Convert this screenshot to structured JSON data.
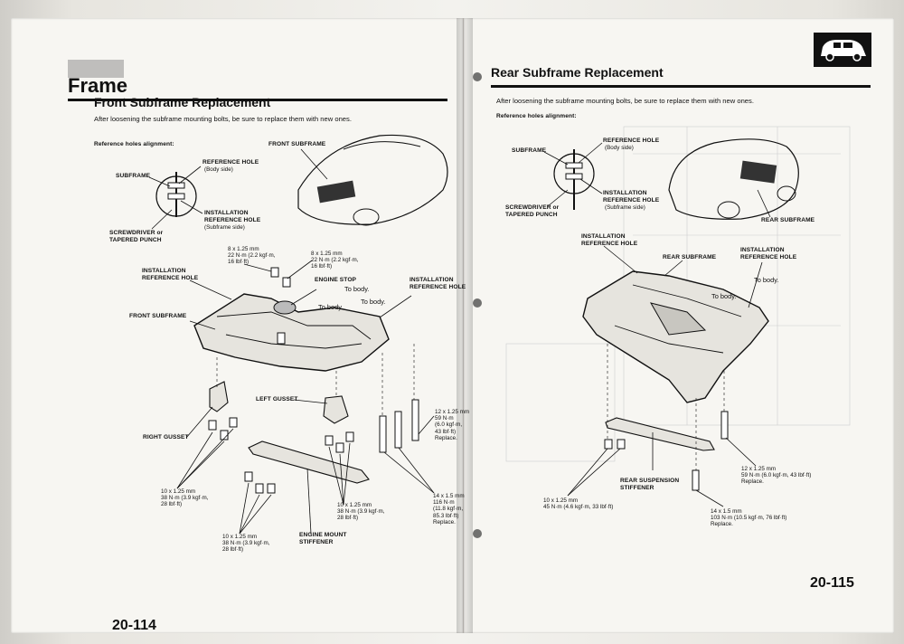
{
  "left_page": {
    "section_header": "Frame",
    "subsection_title": "Front Subframe Replacement",
    "intro_text": "After loosening the subframe mounting bolts, be sure to replace them with new ones.",
    "reference_label": "Reference holes alignment:",
    "labels": {
      "subframe": "SUBFRAME",
      "reference_hole": "REFERENCE HOLE",
      "reference_hole_side": "(Body side)",
      "screwdriver": "SCREWDRIVER or",
      "tapered_punch": "TAPERED PUNCH",
      "installation_ref_hole_1": "INSTALLATION",
      "installation_ref_hole_2": "REFERENCE HOLE",
      "installation_ref_hole_side": "(Subframe side)",
      "front_subframe_top": "FRONT SUBFRAME",
      "installation_ref_hole_left_1": "INSTALLATION",
      "installation_ref_hole_left_2": "REFERENCE HOLE",
      "front_subframe_left": "FRONT SUBFRAME",
      "engine_stop": "ENGINE STOP",
      "to_body_1": "To body.",
      "to_body_2": "To body.",
      "to_body_3": "To body.",
      "installation_ref_hole_right_1": "INSTALLATION",
      "installation_ref_hole_right_2": "REFERENCE HOLE",
      "left_gusset": "LEFT GUSSET",
      "right_gusset": "RIGHT GUSSET",
      "engine_mount_stiffener_1": "ENGINE MOUNT",
      "engine_mount_stiffener_2": "STIFFENER"
    },
    "torque_specs": {
      "spec_a": [
        "8 x 1.25 mm",
        "22 N·m (2.2 kgf·m,",
        "16 lbf·ft)"
      ],
      "spec_b": [
        "8 x 1.25 mm",
        "22 N·m (2.2 kgf·m,",
        "16 lbf·ft)"
      ],
      "spec_c": [
        "12 x 1.25 mm",
        "59 N·m",
        "(6.0 kgf·m,",
        "43 lbf·ft)",
        "Replace."
      ],
      "spec_d": [
        "10 x 1.25 mm",
        "38 N·m (3.9 kgf·m,",
        "28 lbf·ft)"
      ],
      "spec_e": [
        "10 x 1.25 mm",
        "38 N·m (3.9 kgf·m,",
        "28 lbf·ft)"
      ],
      "spec_f": [
        "14 x 1.5 mm",
        "116 N·m",
        "(11.8 kgf·m,",
        "85.3 lbf·ft)",
        "Replace."
      ],
      "spec_g": [
        "10 x 1.25 mm",
        "38 N·m (3.9 kgf·m,",
        "28 lbf·ft)"
      ]
    },
    "page_number": "20-114"
  },
  "right_page": {
    "subsection_title": "Rear Subframe Replacement",
    "intro_text": "After loosening the subframe mounting bolts, be sure to replace them with new ones.",
    "reference_label": "Reference holes alignment:",
    "labels": {
      "subframe": "SUBFRAME",
      "reference_hole": "REFERENCE HOLE",
      "reference_hole_side": "(Body side)",
      "screwdriver": "SCREWDRIVER or",
      "tapered_punch": "TAPERED PUNCH",
      "installation_ref_hole_1": "INSTALLATION",
      "installation_ref_hole_2": "REFERENCE HOLE",
      "installation_ref_hole_side": "(Subframe side)",
      "rear_subframe_car": "REAR SUBFRAME",
      "installation_ref_hole_left_1": "INSTALLATION",
      "installation_ref_hole_left_2": "REFERENCE HOLE",
      "rear_subframe_top": "REAR SUBFRAME",
      "installation_ref_hole_right_1": "INSTALLATION",
      "installation_ref_hole_right_2": "REFERENCE HOLE",
      "to_body_1": "To body.",
      "to_body_2": "To body.",
      "rear_suspension_stiffener_1": "REAR SUSPENSION",
      "rear_suspension_stiffener_2": "STIFFENER"
    },
    "torque_specs": {
      "spec_a": [
        "12 x 1.25 mm",
        "59 N·m (6.0 kgf·m, 43 lbf·ft)",
        "Replace."
      ],
      "spec_b": [
        "10 x 1.25 mm",
        "45 N·m (4.6 kgf·m, 33 lbf·ft)"
      ],
      "spec_c": [
        "14 x 1.5 mm",
        "103 N·m (10.5 kgf·m, 76 lbf·ft)",
        "Replace."
      ]
    },
    "page_number": "20-115"
  }
}
